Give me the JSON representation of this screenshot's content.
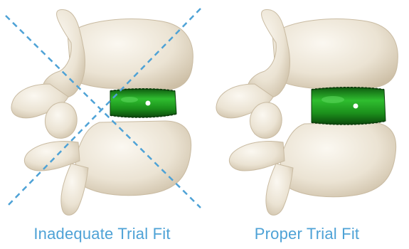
{
  "captions": {
    "inadequate": "Inadequate Trial Fit",
    "proper": "Proper Trial Fit"
  },
  "colors": {
    "caption": "#4ea2d6",
    "cross_lines": "#4ea2d6",
    "bone": "#ece4d4",
    "implant": "#1f9a1f"
  },
  "icons": {
    "left_figure": "spine-segment-with-trial-implant-figure",
    "right_figure": "spine-segment-with-trial-implant-figure",
    "rejection_mark": "dashed-x-mark"
  }
}
